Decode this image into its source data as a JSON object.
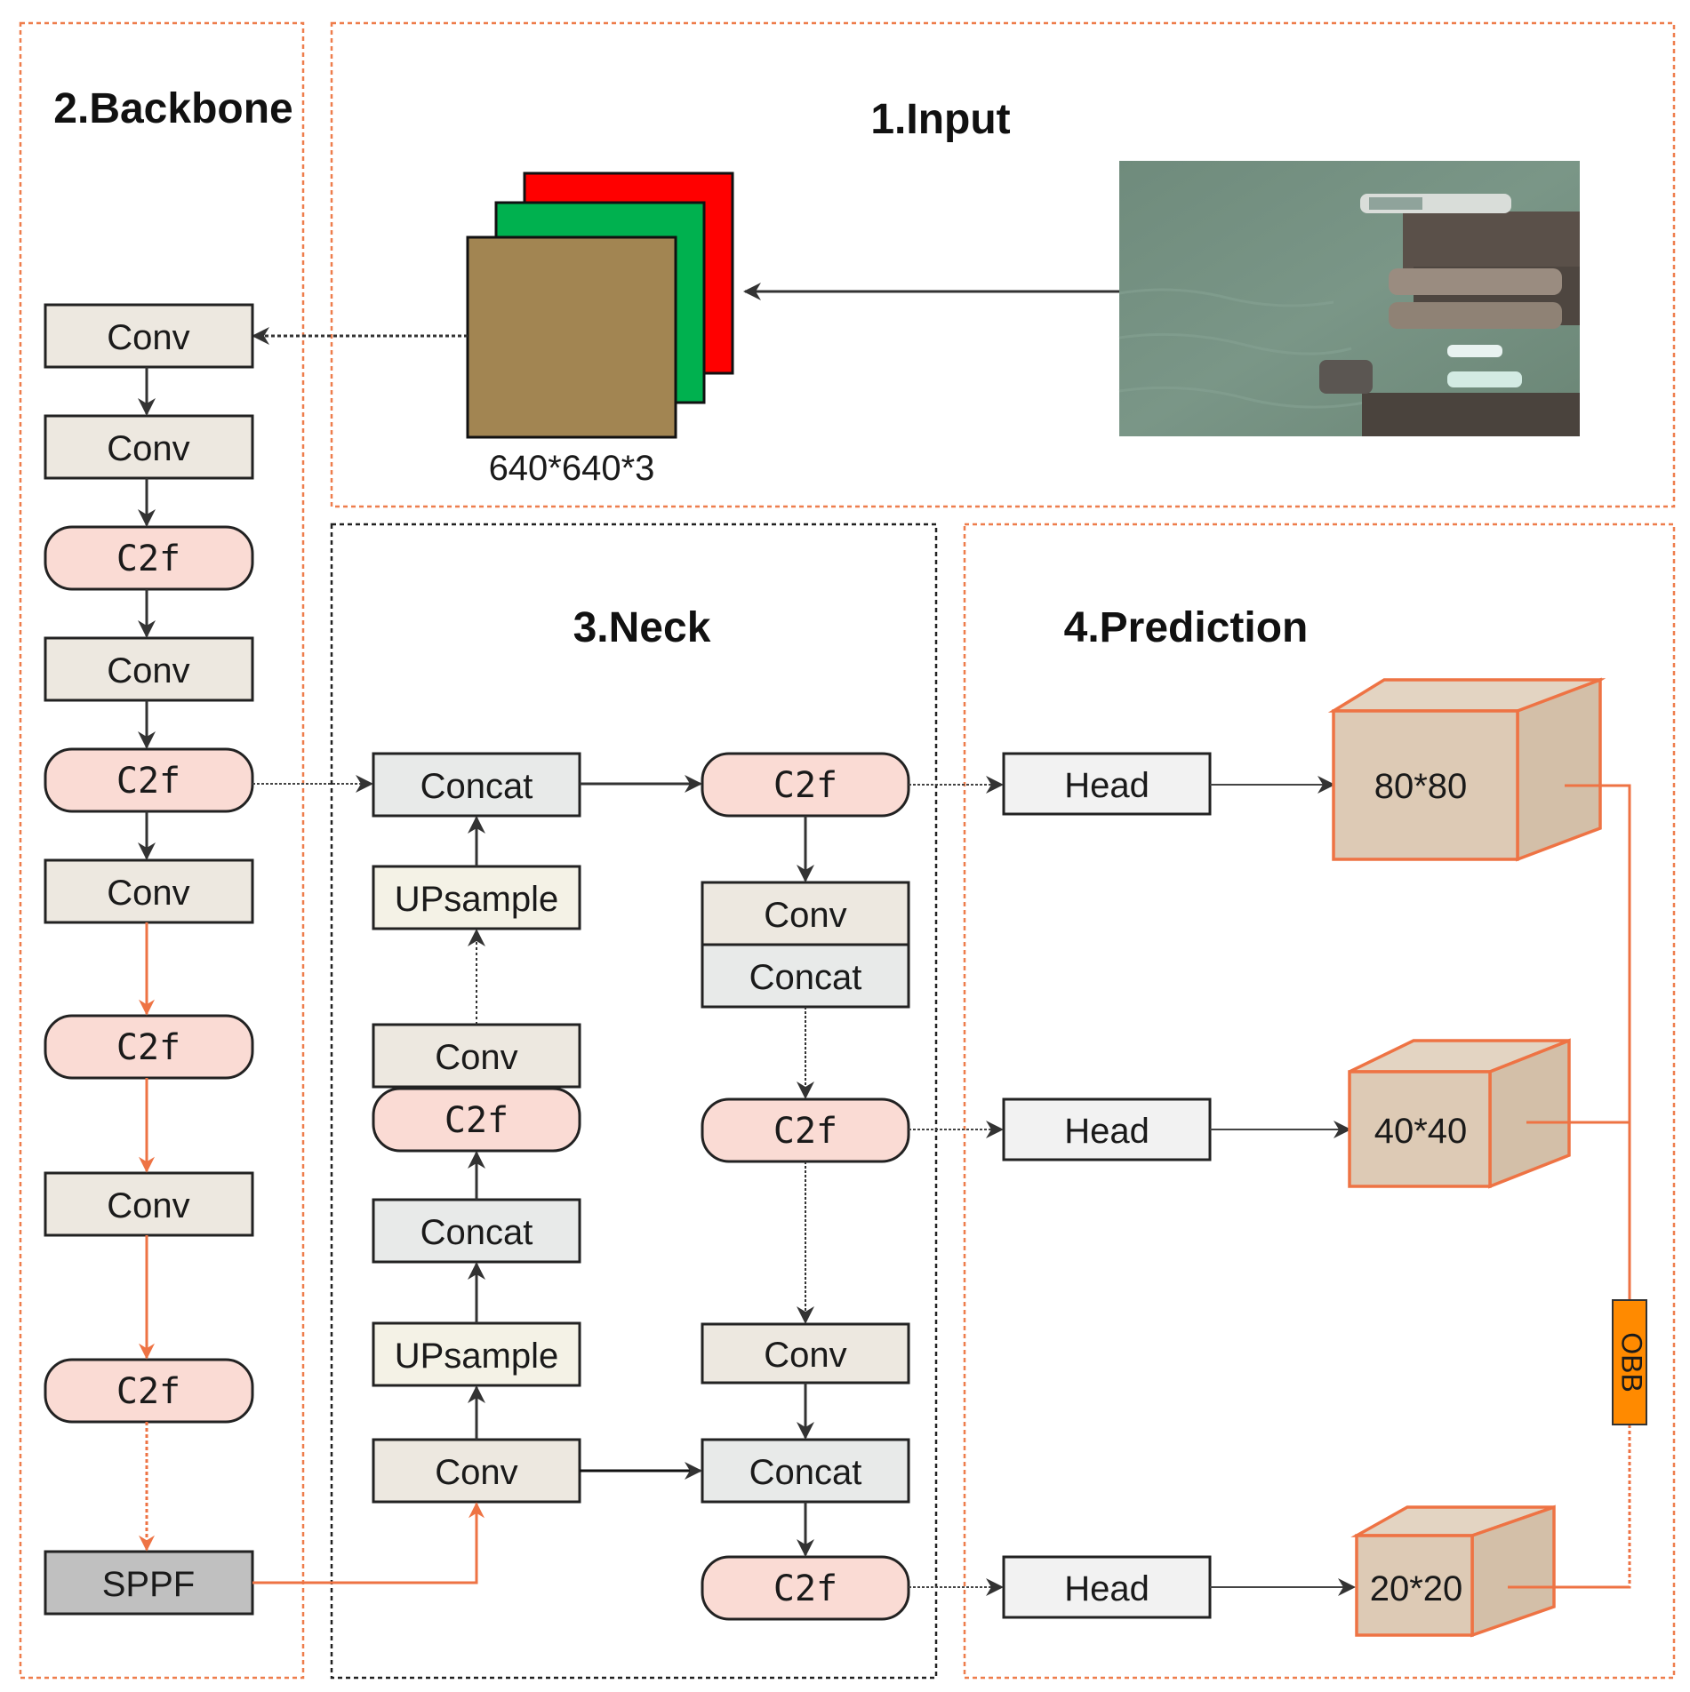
{
  "sections": {
    "input": "1.Input",
    "backbone": "2.Backbone",
    "neck": "3.Neck",
    "prediction": "4.Prediction"
  },
  "input": {
    "size_label": "640*640*3"
  },
  "backbone": {
    "blocks": [
      "Conv",
      "Conv",
      "C2f",
      "Conv",
      "C2f",
      "Conv",
      "C2f",
      "Conv",
      "C2f",
      "SPPF"
    ]
  },
  "neck": {
    "left_column": [
      "Concat",
      "UPsample",
      "Conv",
      "C2f",
      "Concat",
      "UPsample",
      "Conv"
    ],
    "right_column": [
      "C2f",
      "Conv",
      "Concat",
      "C2f",
      "Conv",
      "Concat",
      "C2f"
    ]
  },
  "prediction": {
    "heads": [
      "Head",
      "Head",
      "Head"
    ],
    "outputs": [
      "80*80",
      "40*40",
      "20*20"
    ],
    "obb_label": "OBB"
  },
  "colors": {
    "conv_fill": "#ede8e0",
    "c2f_fill": "#fadbd4",
    "concat_fill": "#e8eae9",
    "upsample_fill": "#f4f2e6",
    "head_fill": "#f2f2f2",
    "sppf_fill": "#c0c0c0",
    "cube_fill": "#ddcab5",
    "cube_stroke": "#ee7344",
    "obb_fill": "#ff8a00",
    "section_border": "#ee7d4c",
    "channel_red": "#ff0000",
    "channel_green": "#00b14f",
    "channel_brown": "#a28552"
  }
}
